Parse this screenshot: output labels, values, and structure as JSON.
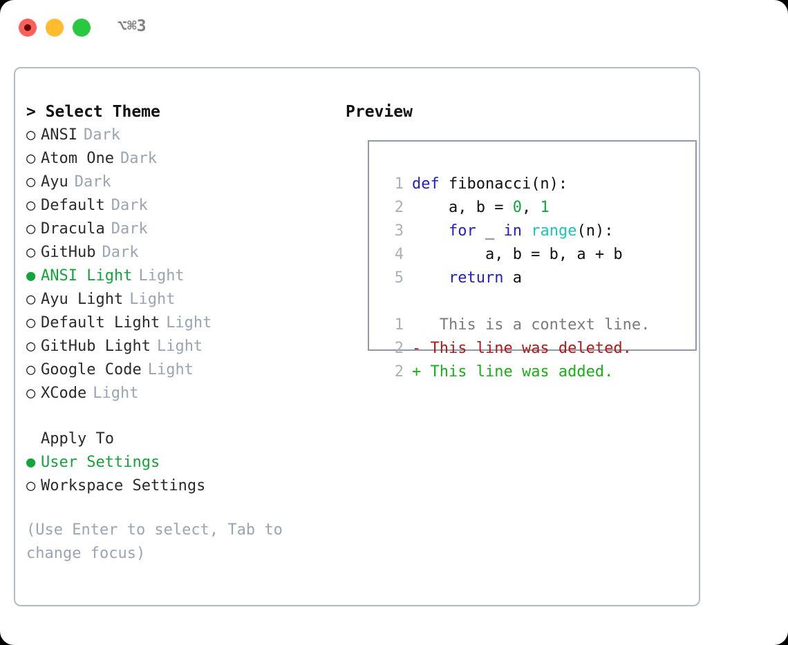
{
  "window": {
    "shortcut_label": "⌥⌘3",
    "traffic_lights": [
      "close-red",
      "minimize-yellow",
      "maximize-green"
    ]
  },
  "theme_panel": {
    "title": "> Select Theme",
    "items": [
      {
        "marker": "○",
        "name": "ANSI",
        "variant": "Dark",
        "selected": false
      },
      {
        "marker": "○",
        "name": "Atom One",
        "variant": "Dark",
        "selected": false
      },
      {
        "marker": "○",
        "name": "Ayu",
        "variant": "Dark",
        "selected": false
      },
      {
        "marker": "○",
        "name": "Default",
        "variant": "Dark",
        "selected": false
      },
      {
        "marker": "○",
        "name": "Dracula",
        "variant": "Dark",
        "selected": false
      },
      {
        "marker": "○",
        "name": "GitHub",
        "variant": "Dark",
        "selected": false
      },
      {
        "marker": "●",
        "name": "ANSI Light",
        "variant": "Light",
        "selected": true
      },
      {
        "marker": "○",
        "name": "Ayu Light",
        "variant": "Light",
        "selected": false
      },
      {
        "marker": "○",
        "name": "Default Light",
        "variant": "Light",
        "selected": false
      },
      {
        "marker": "○",
        "name": "GitHub Light",
        "variant": "Light",
        "selected": false
      },
      {
        "marker": "○",
        "name": "Google Code",
        "variant": "Light",
        "selected": false
      },
      {
        "marker": "○",
        "name": "XCode",
        "variant": "Light",
        "selected": false
      }
    ]
  },
  "apply_to": {
    "heading": "Apply To",
    "options": [
      {
        "marker": "●",
        "label": "User Settings",
        "selected": true
      },
      {
        "marker": "○",
        "label": "Workspace Settings",
        "selected": false
      }
    ]
  },
  "hint": "(Use Enter to select, Tab to change focus)",
  "preview": {
    "title": "Preview",
    "code_lines": [
      {
        "number": "1",
        "tokens": [
          {
            "text": "def ",
            "kind": "kw"
          },
          {
            "text": "fibonacci(n):",
            "kind": "txt"
          }
        ]
      },
      {
        "number": "2",
        "tokens": [
          {
            "text": "    a, b = ",
            "kind": "txt"
          },
          {
            "text": "0",
            "kind": "num"
          },
          {
            "text": ", ",
            "kind": "txt"
          },
          {
            "text": "1",
            "kind": "num"
          }
        ]
      },
      {
        "number": "3",
        "tokens": [
          {
            "text": "    ",
            "kind": "txt"
          },
          {
            "text": "for",
            "kind": "kw"
          },
          {
            "text": " _ ",
            "kind": "txt"
          },
          {
            "text": "in",
            "kind": "kw"
          },
          {
            "text": " ",
            "kind": "txt"
          },
          {
            "text": "range",
            "kind": "fn"
          },
          {
            "text": "(n):",
            "kind": "txt"
          }
        ]
      },
      {
        "number": "4",
        "tokens": [
          {
            "text": "        a, b = b, a + b",
            "kind": "txt"
          }
        ]
      },
      {
        "number": "5",
        "tokens": [
          {
            "text": "    ",
            "kind": "txt"
          },
          {
            "text": "return",
            "kind": "kw"
          },
          {
            "text": " a",
            "kind": "txt"
          }
        ]
      }
    ],
    "diff_lines": [
      {
        "number": "1",
        "sign": " ",
        "text": "  This is a context line.",
        "kind": "ctx"
      },
      {
        "number": "2",
        "sign": "-",
        "text": " This line was deleted.",
        "kind": "del"
      },
      {
        "number": "2",
        "sign": "+",
        "text": " This line was added.",
        "kind": "add"
      }
    ]
  },
  "colors": {
    "accent_green": "#12a63a",
    "muted_blue_gray": "#9aa4b4",
    "panel_border": "#b2bac6",
    "preview_border": "#8f9aa8",
    "keyword_blue": "#2020cc",
    "function_cyan": "#16c7c0",
    "number_green": "#12a63a",
    "diff_deleted": "#b31919",
    "diff_added": "#15b215",
    "traffic_red": "#ff5f57",
    "traffic_yellow": "#febc2e",
    "traffic_green": "#28c840"
  }
}
